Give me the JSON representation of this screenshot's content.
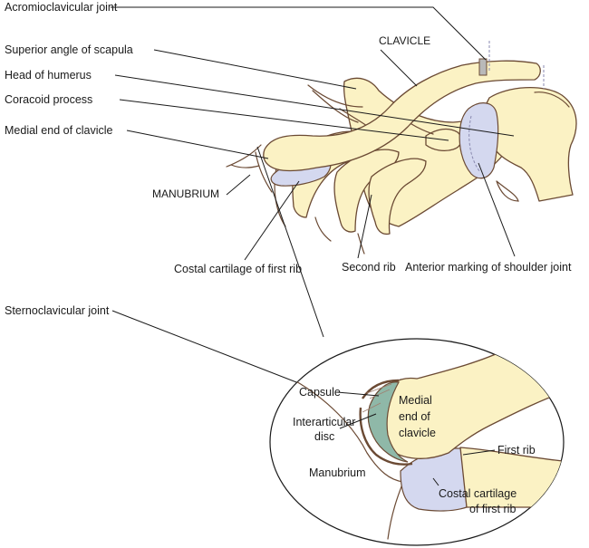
{
  "labels": {
    "acromioclavicular_joint": "Acromioclavicular joint",
    "superior_angle_scapula": "Superior angle of scapula",
    "head_of_humerus": "Head of humerus",
    "coracoid_process": "Coracoid process",
    "medial_end_clavicle": "Medial end of clavicle",
    "clavicle": "CLAVICLE",
    "manubrium_caps": "MANUBRIUM",
    "costal_cartilage_first_rib": "Costal cartilage of first rib",
    "second_rib": "Second rib",
    "anterior_marking_shoulder": "Anterior marking of shoulder joint",
    "sternoclavicular_joint": "Sternoclavicular joint"
  },
  "inset": {
    "capsule": "Capsule",
    "interarticular_disc": [
      "Interarticular",
      "disc"
    ],
    "medial_end": [
      "Medial",
      "end of",
      "clavicle"
    ],
    "manubrium": "Manubrium",
    "first_rib": "First rib",
    "costal_cartilage": [
      "Costal cartilage",
      "of first rib"
    ]
  },
  "colors": {
    "bone": "#fbf2c4",
    "cartilage": "#d4d8ef",
    "outline": "#6b4a34",
    "disc": "#8fb8a8"
  }
}
